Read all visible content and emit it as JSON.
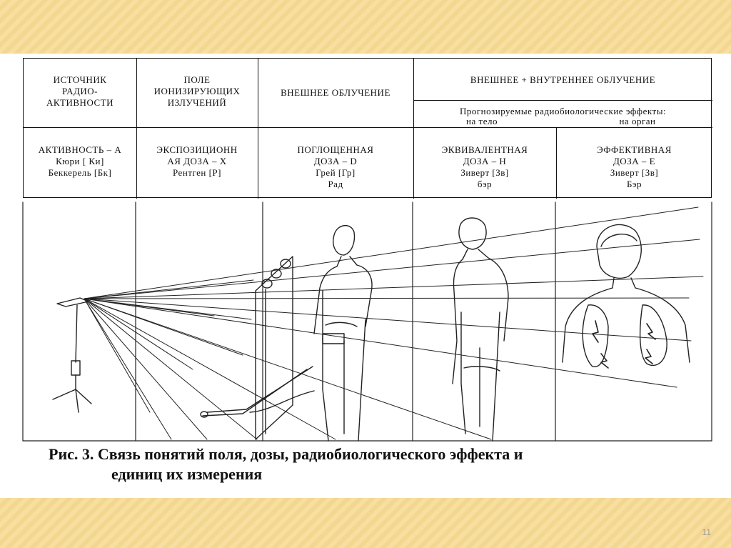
{
  "table": {
    "header": {
      "source": [
        "ИСТОЧНИК",
        "РАДИО-",
        "АКТИВНОСТИ"
      ],
      "field": [
        "ПОЛЕ",
        "ИОНИЗИРУЮЩИХ",
        "ИЗЛУЧЕНИЙ"
      ],
      "external": "ВНЕШНЕЕ ОБЛУЧЕНИЕ",
      "combined": "ВНЕШНЕЕ + ВНУТРЕННЕЕ ОБЛУЧЕНИЕ",
      "effects": "Прогнозируемые радиобиологические эффекты:",
      "on_body": "на тело",
      "on_organ": "на орган"
    },
    "units": {
      "activity": [
        "АКТИВНОСТЬ – А",
        "Кюри [ Ки]",
        "Беккерель [Бк]"
      ],
      "exposure": [
        "ЭКСПОЗИЦИОНН",
        "АЯ ДОЗА – Х",
        "Рентген [Р]"
      ],
      "absorbed": [
        "ПОГЛОЩЕННАЯ",
        "ДОЗА – D",
        "Грей [Гр]",
        "Рад"
      ],
      "equivalent": [
        "ЭКВИВАЛЕНТНАЯ",
        "ДОЗА – Н",
        "Зиверт [Зв]",
        "бэр"
      ],
      "effective": [
        "ЭФФЕКТИВНАЯ",
        "ДОЗА – Е",
        "Зиверт [Зв]",
        "Бэр"
      ]
    }
  },
  "caption": {
    "line1": "Рис. 3. Связь  понятий  поля, дозы, радиобиологического  эффекта  и",
    "line2": "единиц  их  измерения"
  },
  "page_number": "11"
}
